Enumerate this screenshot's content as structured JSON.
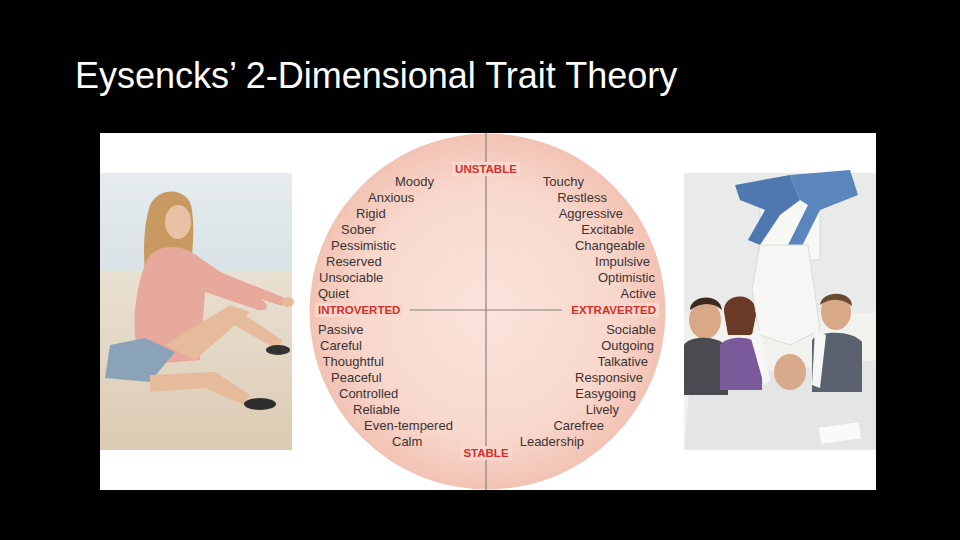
{
  "diagram": {
    "title": "Eysencks’ 2-Dimensional Trait Theory",
    "nodes": [
      {
        "text": [
          "UNSTABLE",
          "Moody",
          "Anxious",
          "Rigid",
          "Sober",
          "Pessimistic",
          "Reserved",
          "Unsociable",
          "Quiet",
          "Touchy",
          "Restless",
          "Aggressive",
          "Excitable",
          "Changeable",
          "Impulsive",
          "Optimistic",
          "Active",
          "INTROVERTED",
          "EXTRAVERTED",
          "Passive",
          "Careful",
          "Thoughtful",
          "Peaceful",
          "Controlled",
          "Reliable",
          "Even-tempered",
          "Calm",
          "Sociable",
          "Outgoing",
          "Talkative",
          "Responsive",
          "Easygoing",
          "Lively",
          "Carefree",
          "Leadership",
          "STABLE"
        ]
      }
    ]
  }
}
